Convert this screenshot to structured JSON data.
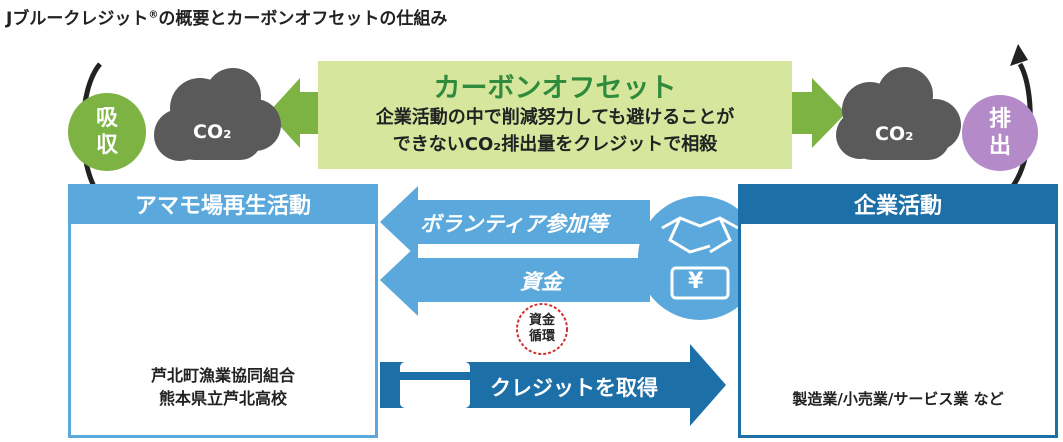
{
  "title": "Jブルークレジット",
  "title_mark": "®",
  "title_rest": "の概要とカーボンオフセットの仕組み",
  "carbon_offset": {
    "heading": "カーボンオフセット",
    "line1": "企業活動の中で削減努力しても避けることが",
    "line2": "できないCO₂排出量をクレジットで相殺"
  },
  "left_cloud": {
    "label": "CO₂"
  },
  "right_cloud": {
    "label": "CO₂"
  },
  "absorb": {
    "label1": "吸",
    "label2": "収"
  },
  "emit": {
    "label1": "排",
    "label2": "出"
  },
  "left_panel": {
    "heading": "アマモ場再生活動",
    "org1": "芦北町漁業協同組合",
    "org2": "熊本県立芦北高校"
  },
  "right_panel": {
    "heading": "企業活動",
    "industries": "製造業/小売業/サービス業 など"
  },
  "flows": {
    "volunteer": "ボランティア参加等",
    "funds": "資金",
    "credit": "クレジットを取得",
    "cycle1": "資金",
    "cycle2": "循環",
    "yen": "¥"
  },
  "colors": {
    "green_box": "#d6e69d",
    "green_text": "#2f8a3b",
    "green_arrow": "#7cb342",
    "blue_light": "#5ba8dc",
    "blue_dark": "#1d6fa8",
    "purple": "#b48ac9",
    "cloud_gray": "#5a5a5a"
  }
}
